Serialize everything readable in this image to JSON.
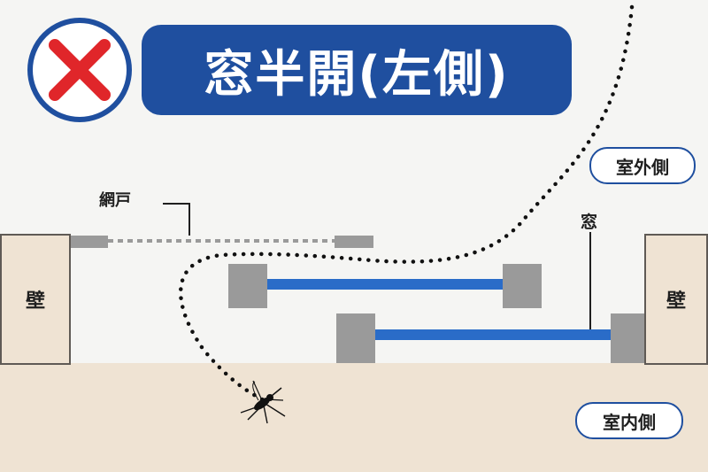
{
  "title": "窓半開(左側)",
  "labels": {
    "screen": "網戸",
    "window": "窓",
    "outdoor": "室外側",
    "indoor": "室内側",
    "wall_left": "壁",
    "wall_right": "壁"
  },
  "icons": {
    "status": "cross-icon",
    "insect": "mosquito-icon"
  },
  "colors": {
    "banner": "#1f4f9f",
    "cross": "#e0262a",
    "glass": "#2a6cc8",
    "frame": "#9a9a9a",
    "wall": "#efe3d3"
  }
}
